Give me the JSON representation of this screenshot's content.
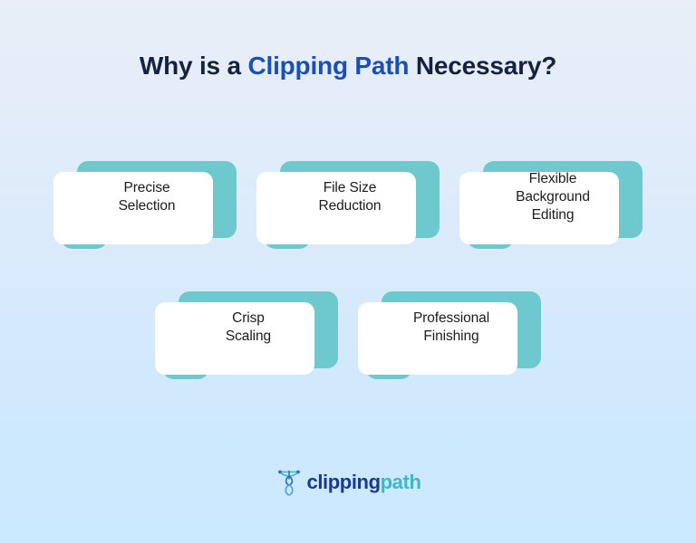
{
  "heading": {
    "before": "Why is a ",
    "accent": "Clipping Path",
    "after": " Necessary?",
    "accent_color": "#1a50b4",
    "text_color": "#16213e"
  },
  "theme": {
    "background_top": "#e9eef8",
    "background_bottom": "#cbe9ff",
    "teal": "#6ec9cf",
    "dark_blue": "#1b4fa8",
    "card_face": "#ffffff"
  },
  "rows": [
    {
      "cards": [
        {
          "label": "Precise\nSelection"
        },
        {
          "label": "File Size\nReduction"
        },
        {
          "label": "Flexible\nBackground\nEditing"
        }
      ]
    },
    {
      "cards": [
        {
          "label": "Crisp\nScaling"
        },
        {
          "label": "Professional\nFinishing"
        }
      ]
    }
  ],
  "logo": {
    "icon": "pen-tool-anchor-icon",
    "word_primary": "clipping",
    "word_secondary": "path",
    "primary_color": "#1b3a8f",
    "secondary_color": "#3cb9c4"
  }
}
